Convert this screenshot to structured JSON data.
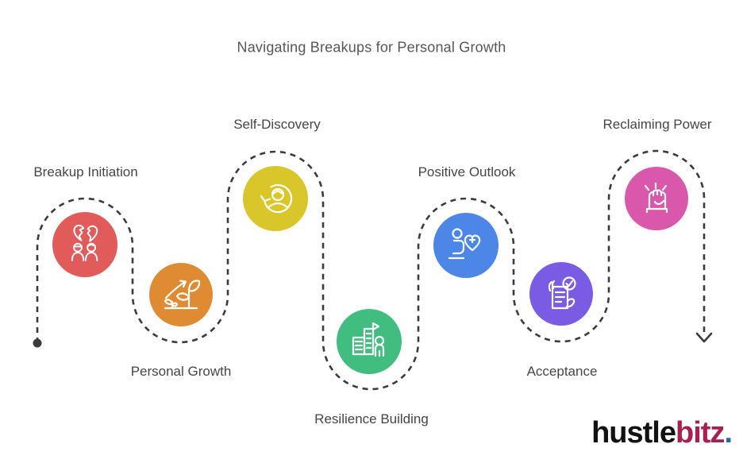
{
  "title": "Navigating Breakups for Personal Growth",
  "steps": [
    {
      "label": "Breakup Initiation",
      "color": "#E15B5B",
      "icon": "broken-heart-couple-icon"
    },
    {
      "label": "Personal Growth",
      "color": "#DE8B33",
      "icon": "plant-growth-arrow-icon"
    },
    {
      "label": "Self-Discovery",
      "color": "#D9C62B",
      "icon": "person-refresh-icon"
    },
    {
      "label": "Resilience Building",
      "color": "#42BD80",
      "icon": "building-person-icon"
    },
    {
      "label": "Positive Outlook",
      "color": "#4C86E7",
      "icon": "person-heart-plus-icon"
    },
    {
      "label": "Acceptance",
      "color": "#7A5BE3",
      "icon": "document-check-hand-icon"
    },
    {
      "label": "Reclaiming Power",
      "color": "#DA58AB",
      "icon": "raised-fist-icon"
    }
  ],
  "path": {
    "style": "dashed",
    "color": "#3C3C3F",
    "start_marker": "dot",
    "end_marker": "down-arrow"
  },
  "logo": {
    "text_primary": "hustle",
    "text_secondary": "bitz",
    "text_dot": ".",
    "color_primary": "#121212",
    "color_secondary": "#A92050",
    "color_dot": "#1C6FA3"
  }
}
